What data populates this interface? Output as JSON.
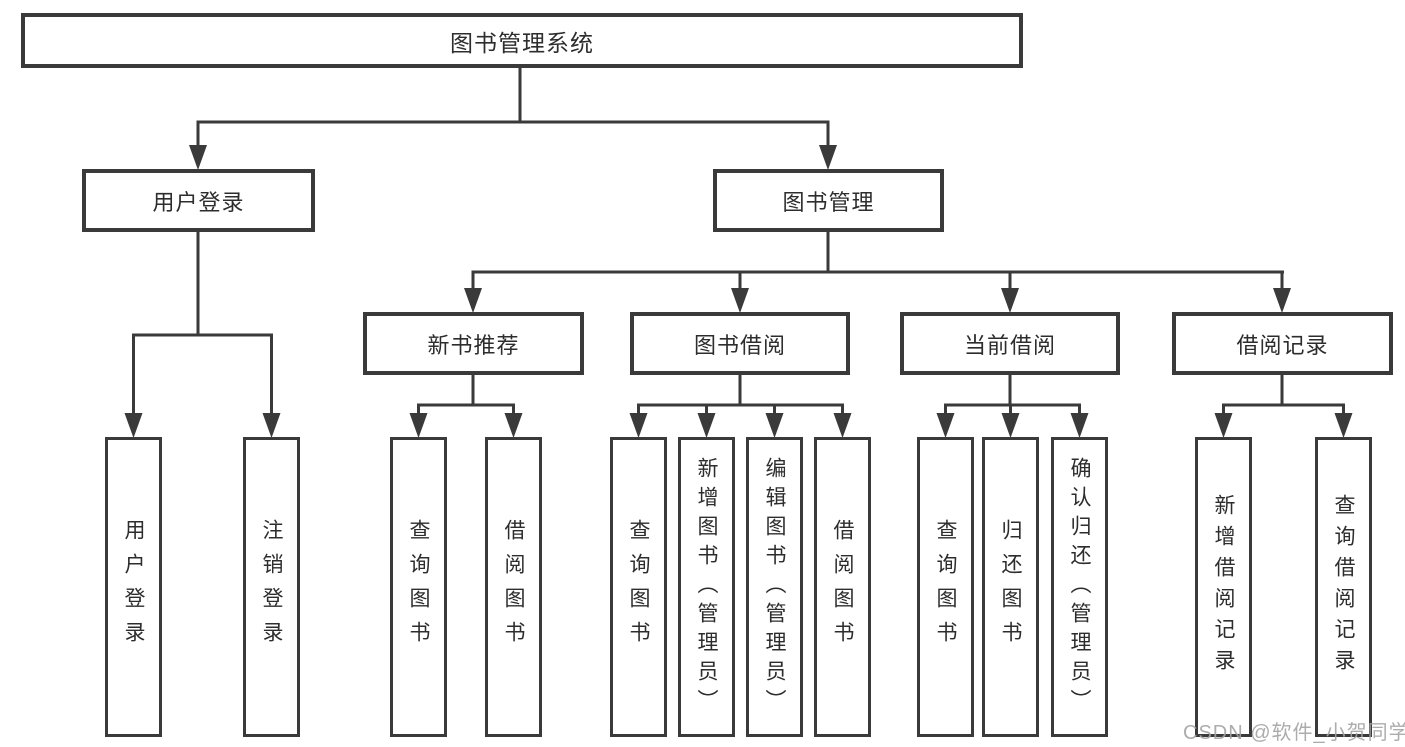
{
  "diagram_title": "图书管理系统",
  "nodes": {
    "root": "图书管理系统",
    "user_login": "用户登录",
    "book_mgmt": "图书管理",
    "new_book_rec": "新书推荐",
    "book_borrow": "图书借阅",
    "current_borrow": "当前借阅",
    "borrow_records": "借阅记录",
    "leaf_user_login": "用户登录",
    "leaf_logout": "注销登录",
    "rec_query_books": "查询图书",
    "rec_borrow_books": "借阅图书",
    "bb_query_books": "查询图书",
    "bb_add_books": "新增图书（管理员）",
    "bb_edit_books": "编辑图书（管理员）",
    "bb_borrow_books": "借阅图书",
    "cb_query_books": "查询图书",
    "cb_return_books": "归还图书",
    "cb_confirm_return": "确认归还（管理员）",
    "br_add_record": "新增借阅记录",
    "br_query_record": "查询借阅记录"
  },
  "watermark": "CSDN @软件_小贺同学",
  "colors": {
    "line": "#3a3a3a",
    "text": "#2d2d2d",
    "watermark": "#a3a3a3",
    "background": "#ffffff"
  }
}
